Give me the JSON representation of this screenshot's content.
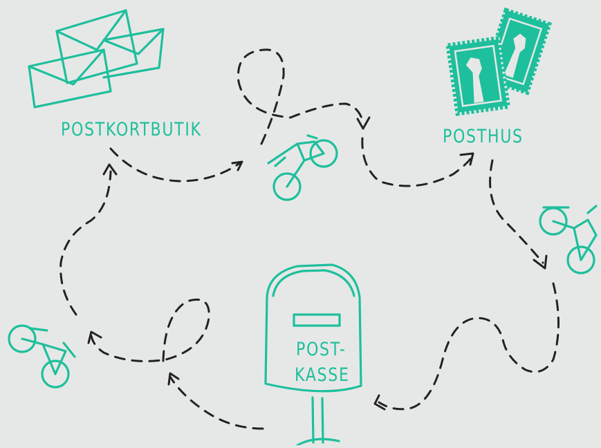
{
  "colors": {
    "background": "#e6e8e7",
    "ink": "#1ebf9c",
    "path": "#222222"
  },
  "labels": {
    "postkortbutik": "POSTKORTBUTIK",
    "posthus": "POSTHUS",
    "postkasse_line1": "POST-",
    "postkasse_line2": "KASSE"
  },
  "icons": [
    "envelopes-icon",
    "stamps-icon",
    "mailbox-icon",
    "bicycle-icon"
  ]
}
